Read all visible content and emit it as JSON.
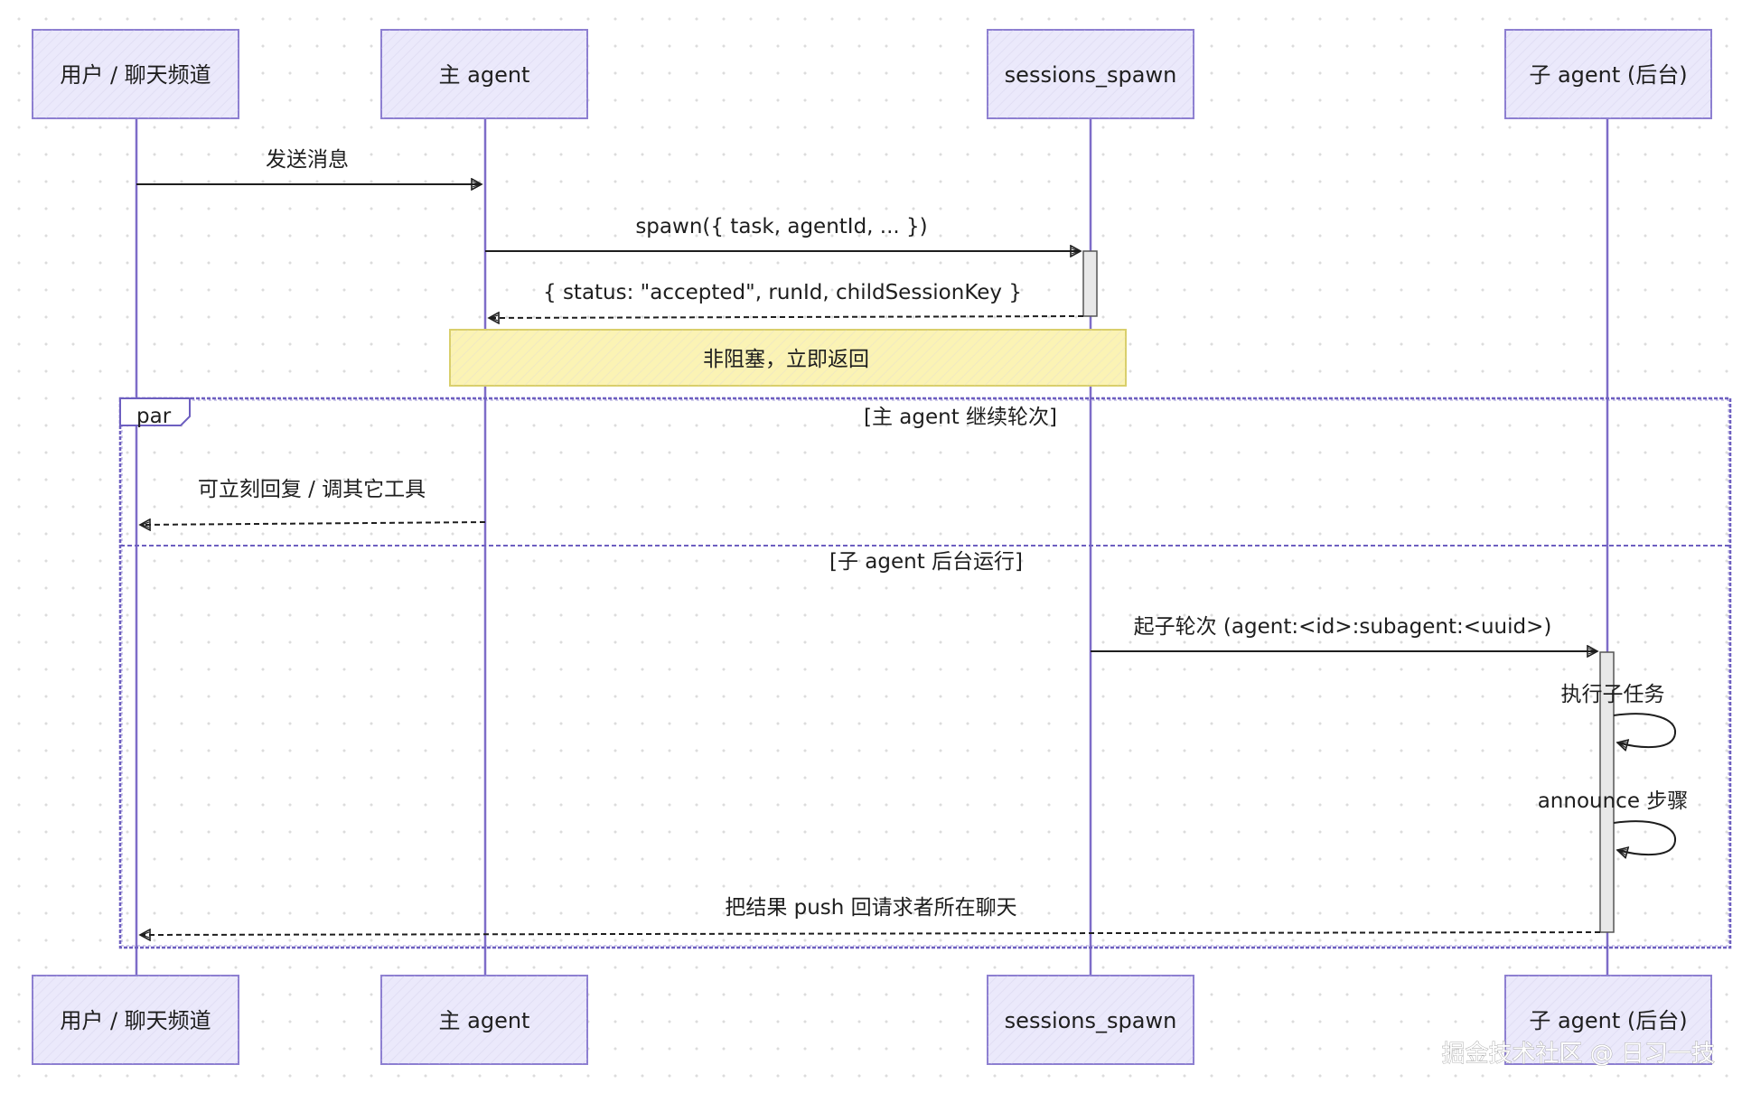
{
  "participants": [
    {
      "id": "user",
      "label": "用户 / 聊天频道"
    },
    {
      "id": "main",
      "label": "主 agent"
    },
    {
      "id": "spawn",
      "label": "sessions_spawn"
    },
    {
      "id": "child",
      "label": "子 agent (后台)"
    }
  ],
  "messages": [
    {
      "id": "send",
      "label": "发送消息"
    },
    {
      "id": "spawn_call",
      "label": "spawn({ task, agentId, ... })"
    },
    {
      "id": "spawn_return",
      "label": "{ status: \"accepted\", runId, childSessionKey }"
    },
    {
      "id": "reply",
      "label": "可立刻回复 / 调其它工具"
    },
    {
      "id": "start_turn",
      "label": "起子轮次 (agent:<id>:subagent:<uuid>)"
    },
    {
      "id": "exec",
      "label": "执行子任务"
    },
    {
      "id": "announce",
      "label": "announce 步骤"
    },
    {
      "id": "push",
      "label": "把结果 push 回请求者所在聊天"
    }
  ],
  "note": {
    "label": "非阻塞，立即返回"
  },
  "par": {
    "tag": "par",
    "section1": "[主 agent 继续轮次]",
    "section2": "[子 agent 后台运行]"
  },
  "watermark": "掘金技术社区 @ 日习一技",
  "colors": {
    "lifeline": "#7e6cc8",
    "box_fill": "#ebe9fb",
    "box_stroke": "#8d7fd1",
    "note_fill": "#fbf3b4",
    "note_stroke": "#d9cf6b",
    "frame": "#6d5fc0",
    "arrow": "#1e1e1e"
  }
}
